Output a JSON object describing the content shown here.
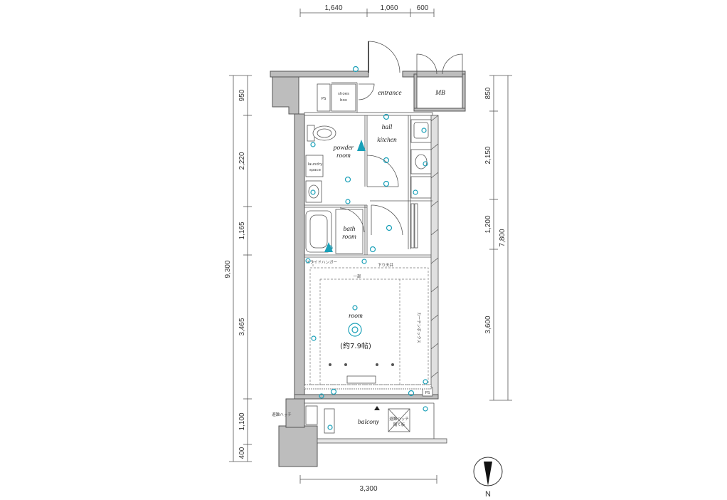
{
  "dimensions": {
    "top": [
      "1,640",
      "1,060",
      "600"
    ],
    "left": [
      "950",
      "2,220",
      "1,165",
      "3,465",
      "1,100",
      "400"
    ],
    "left_total": "9,300",
    "right": [
      "850",
      "2,150",
      "1,200",
      "3,600"
    ],
    "right_total": "7,800",
    "bottom": "3,300"
  },
  "rooms": {
    "entrance": "entrance",
    "mb": "MB",
    "ps_top": "PS",
    "shoes_box": [
      "shoes",
      "box"
    ],
    "hall": "hall",
    "kitchen": "kitchen",
    "powder_room": [
      "powder",
      "room"
    ],
    "laundry_space": [
      "laundry",
      "space"
    ],
    "bath_room": [
      "bath",
      "room"
    ],
    "room": "room",
    "room_size": "(約7.9帖)",
    "balcony": "balcony",
    "ps_bottom": "PS"
  },
  "annotations": {
    "slide_hanger": "スライドハンガー",
    "dropped_ceiling_1": "下り天井",
    "dropped_ceiling_2": "一部",
    "curtain_box": "カーテンボックス",
    "emergency_ladder": "避難ハッチ",
    "balcony_note": [
      "避難ハッチ",
      "隔て板"
    ]
  },
  "compass": {
    "label": "N"
  }
}
